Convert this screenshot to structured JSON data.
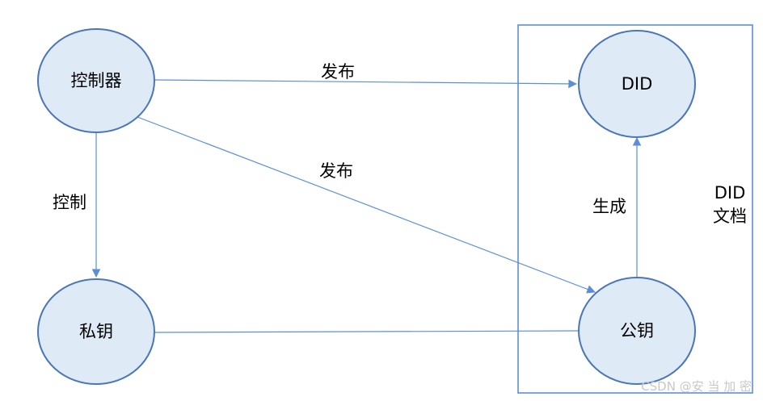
{
  "nodes": {
    "controller": "控制器",
    "did": "DID",
    "private_key": "私钥",
    "public_key": "公钥"
  },
  "edges": {
    "controller_to_did": "发布",
    "controller_to_public_key": "发布",
    "controller_to_private_key": "控制",
    "public_key_to_did": "生成"
  },
  "group": {
    "label_line1": "DID",
    "label_line2": "文档"
  },
  "watermark": "CSDN @安 当 加 密",
  "colors": {
    "node_fill": "#deeaf6",
    "node_stroke": "#4a76b8",
    "edge": "#5a8fd8",
    "watermark": "#c8c8c8"
  }
}
